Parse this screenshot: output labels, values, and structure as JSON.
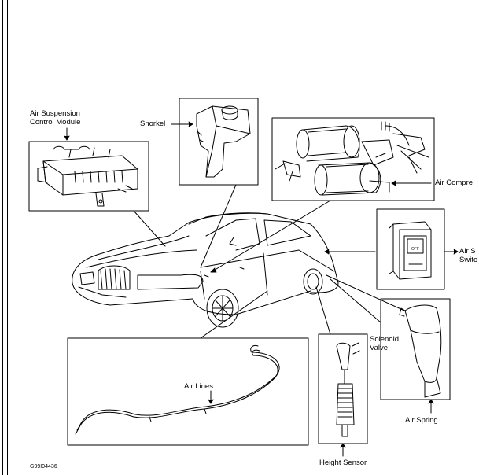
{
  "labels": {
    "module_line1": "Air Suspension",
    "module_line2": "Control Module",
    "snorkel": "Snorkel",
    "compressor": "Air Compre",
    "switch_line1": "Air S",
    "switch_line2": "Switc",
    "solenoid_line1": "Solenoid",
    "solenoid_line2": "Valve",
    "air_lines": "Air Lines",
    "air_spring": "Air Spring",
    "height_sensor": "Height Sensor",
    "switch_face_text": "OFF",
    "figure_code": "G99I04436"
  },
  "colors": {
    "line": "#000000",
    "background": "#ffffff"
  }
}
